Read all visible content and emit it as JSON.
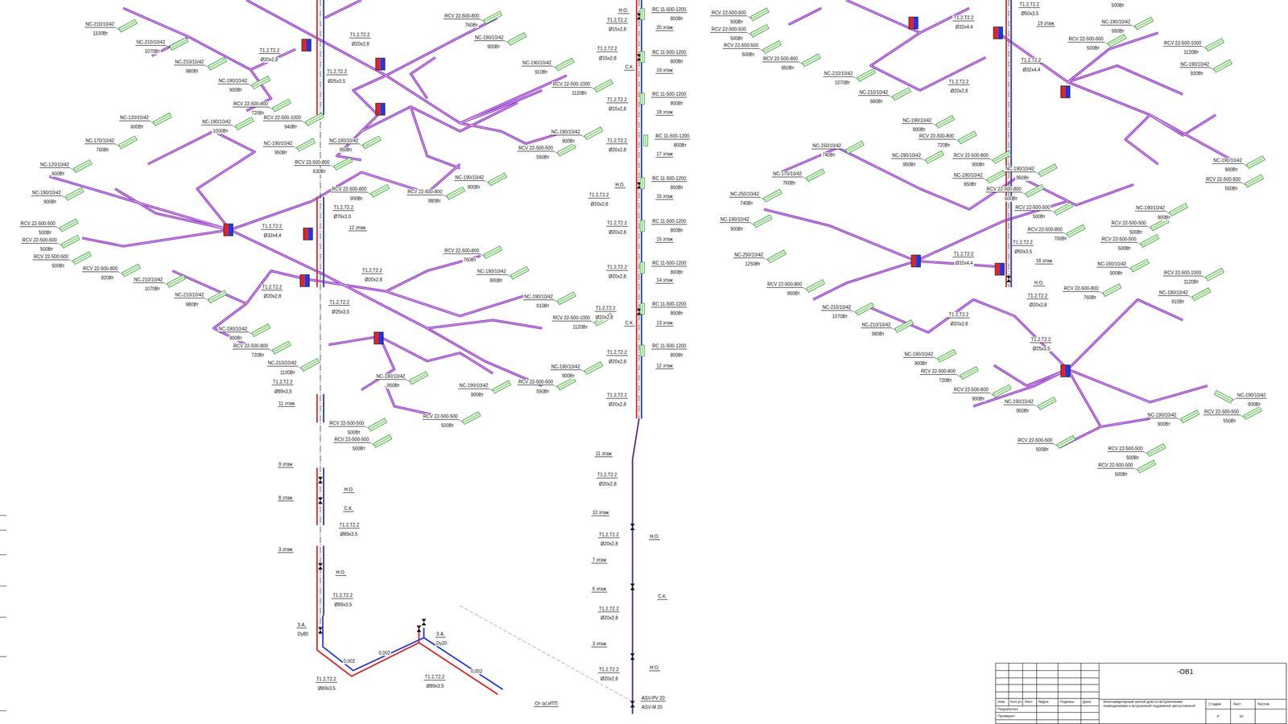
{
  "diagram": {
    "labels": [
      "NC-210/10/42",
      "1100Вт",
      "NC-210/10/42",
      "1070Вт",
      "NC-210/10/42",
      "980Вт",
      "NC-190/10/42",
      "900Вт",
      "RCV 22-500-800",
      "720Вт",
      "T1.2,T2.2",
      "Ø20x2,8",
      "T1.2,T2.2",
      "Ø20x2,8",
      "T1.2,T2.2",
      "Ø25x3,5",
      "RCV 22-500-800",
      "760Вт",
      "NC-190/10/42",
      "900Вт",
      "NC-190/10/42",
      "910Вт",
      "RCV 22-500-1000",
      "1120Вт",
      "RCV 22-500-1000",
      "940Вт",
      "NC-190/10/42",
      "950Вт",
      "NC-120/10/42",
      "600Вт",
      "NC-190/10/42",
      "1000Вт",
      "NC-170/10/42",
      "760Вт",
      "NC-190/10/42",
      "950Вт",
      "NC-120/10/42",
      "600Вт",
      "RCV 22-500-800",
      "630Вт",
      "NC-190/10/42",
      "900Вт",
      "RCV 22-500-500",
      "500Вт",
      "RCV 22-500-500",
      "500Вт",
      "RCV 22-500-500",
      "500Вт",
      "RCV 22-500-800",
      "820Вт",
      "RCV 22-500-800",
      "900Вт",
      "T1.2,T2.2",
      "Ø76x3,0",
      "12 этаж",
      "T1.2,T2.2",
      "Ø32x4,4",
      "RCV 22-500-800",
      "980Вт",
      "NC-190/10/42",
      "900Вт",
      "NC-190/10/42",
      "900Вт",
      "RCV 22-500-500",
      "550Вт",
      "RCV 22-500-800",
      "760Вт",
      "NC-190/10/42",
      "900Вт",
      "NC-190/10/42",
      "910Вт",
      "RCV 22-500-1000",
      "1120Вт",
      "T1.2,T2.2",
      "Ø20x2,8",
      "T1.2,T2.2",
      "Ø20x2,8",
      "T1.2,T2.2",
      "Ø25x3,5",
      "NC-210/10/42",
      "1070Вт",
      "NC-210/10/42",
      "980Вт",
      "NC-190/10/42",
      "900Вт",
      "RCV 22-500-800",
      "720Вт",
      "NC-210/10/42",
      "1100Вт",
      "NC-190/10/42",
      "900Вт",
      "NC-190/10/42",
      "950Вт",
      "NC-190/10/42",
      "900Вт",
      "RCV 22-500-500",
      "550Вт",
      "T1.2,T2.2",
      "Ø89x3,5",
      "11 этаж",
      "RCV 22-500-500",
      "500Вт",
      "RCV 22-500-500",
      "500Вт",
      "RCV 22-500-500",
      "500Вт",
      "9 этаж",
      "Н.О.",
      "8 этаж",
      "С.К.",
      "T1.2,T2.2",
      "Ø89x3,5",
      "3 этаж",
      "Н.О.",
      "T1.2,T2.2",
      "Ø89x3,5",
      "З.А.",
      "Dy80",
      "0,002",
      "0,002",
      "T1.2,T2.2",
      "Ø89x3,5",
      "З.А.",
      "Dy20",
      "0,002",
      "T1.2,T2.2",
      "Ø89x3,5",
      "От (к) ИТП",
      "Н.О.",
      "T1.2,T2.2",
      "Ø15x2,8",
      "RC 11-500-1200",
      "800Вт",
      "20 этаж",
      "T1.2,T2.2",
      "Ø15x2,8",
      "С.К.",
      "RC 11-500-1200",
      "800Вт",
      "19 этаж",
      "RC 11-500-1200",
      "800Вт",
      "T1.2,T2.2",
      "Ø15x2,8",
      "18 этаж",
      "RC 11-500-1200",
      "800Вт",
      "T1.2,T2.2",
      "Ø20x2,8",
      "17 этаж",
      "Н.О.",
      "RC 11-500-1200",
      "800Вт",
      "T1.2,T2.2",
      "Ø20x2,8",
      "16 этаж",
      "RC 11-500-1200",
      "800Вт",
      "T1.2,T2.2",
      "Ø20x2,8",
      "15 этаж",
      "RC 11-500-1200",
      "800Вт",
      "T1.2,T2.2",
      "Ø20x2,8",
      "14 этаж",
      "RC 11-500-1200",
      "800Вт",
      "T1.2,T2.2",
      "Ø20x2,8",
      "С.К.",
      "13 этаж",
      "RC 11-500-1200",
      "800Вт",
      "T1.2,T2.2",
      "Ø20x2,8",
      "12 этаж",
      "T1.2,T2.2",
      "Ø20x2,8",
      "11 этаж",
      "T1.2,T2.2",
      "Ø20x2,8",
      "10 этаж",
      "Н.О.",
      "T1.2,T2.2",
      "Ø20x2,8",
      "7 этаж",
      "6 этаж",
      "С.К.",
      "T1.2,T2.2",
      "Ø20x2,8",
      "3 этаж",
      "Н.О.",
      "T1.2,T2.2",
      "Ø20x2,8",
      "ASV-PV 20",
      "ASV-M 20",
      "RCV 22-500-500",
      "500Вт",
      "RCV 22-500-500",
      "500Вт",
      "RCV 22-500-500",
      "500Вт",
      "RCV 22-500-800",
      "950Вт",
      "T1.2,T2.2",
      "Ø50x3,5",
      "19 этаж",
      "T1.2,T2.2",
      "Ø32x4,4",
      "500Вт",
      "NC-190/10/42",
      "950Вт",
      "RCV 22-500-500",
      "500Вт",
      "RCV 22-500-1000",
      "1120Вт",
      "NC-190/10/42",
      "930Вт",
      "T1.2,T2.2",
      "Ø32x4,4",
      "NC-210/10/42",
      "1070Вт",
      "NC-210/10/42",
      "980Вт",
      "T1.2,T2.2",
      "Ø20x2,8",
      "NC-190/10/42",
      "900Вт",
      "RCV 22-500-800",
      "720Вт",
      "NC-150/10/42",
      "740Вт",
      "NC-190/10/42",
      "950Вт",
      "RCV 22-500-800",
      "900Вт",
      "NC-170/10/42",
      "760Вт",
      "NC-190/10/42",
      "950Вт",
      "NC-190/10/42",
      "950Вт",
      "RCV 22-500-800",
      "600Вт",
      "NC-190/10/42",
      "900Вт",
      "RCV 22-500-500",
      "550Вт",
      "NC-250/10/42",
      "740Вт",
      "NC-190/10/42",
      "900Вт",
      "RCV 22-500-500",
      "500Вт",
      "NC-190/10/42",
      "900Вт",
      "RCV 22-500-500",
      "500Вт",
      "RCV 22-500-500",
      "500Вт",
      "RCV 22-500-800",
      "700Вт",
      "T1.2,T2.2",
      "Ø50x3,5",
      "18 этаж",
      "T1.2,T2.2",
      "Ø32x4,4",
      "NC-250/10/42",
      "1250Вт",
      "Н.О.",
      "RCV 22-500-800",
      "950Вт",
      "NC-190/10/42",
      "900Вт",
      "RCV 22-500-1000",
      "1120Вт",
      "NC-190/10/42",
      "910Вт",
      "RCV 22-500-800",
      "760Вт",
      "T1.2,T2.2",
      "Ø20x2,8",
      "NC-210/10/42",
      "1070Вт",
      "NC-210/10/42",
      "980Вт",
      "T1.2,T2.2",
      "Ø20x2,8",
      "T1.2,T2.2",
      "Ø25x3,5",
      "NC-190/10/42",
      "900Вт",
      "RCV 22-500-800",
      "720Вт",
      "RCV 22-500-800",
      "900Вт",
      "NC-190/10/42",
      "900Вт",
      "RCV 22-500-500",
      "550Вт",
      "NC-190/10/42",
      "950Вт",
      "NC-190/10/42",
      "900Вт",
      "RCV 22-500-500",
      "500Вт",
      "RCV 22-500-500",
      "500Вт",
      "RCV 22-500-500",
      "500Вт",
      "-ОВ1",
      "Изм.",
      "Кол.уч",
      "Лист",
      "№Док",
      "Подпись",
      "Дата",
      "Разработал",
      "Проверил",
      "Многоквартирный жилой дом со встроенными помещениями и встроенной подземной автостоянкой",
      "Стадия",
      "Лист",
      "Листов",
      "Р",
      "30"
    ]
  }
}
